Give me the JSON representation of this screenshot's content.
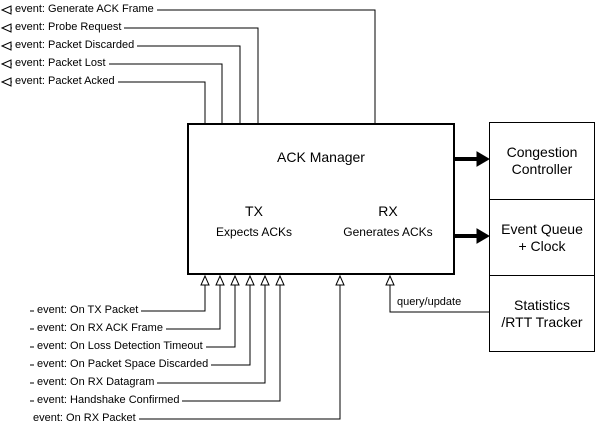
{
  "diagram": {
    "title": "ACK Manager",
    "tx_label": "TX",
    "tx_sub": "Expects ACKs",
    "rx_label": "RX",
    "rx_sub": "Generates ACKs",
    "events_out": [
      {
        "label": "event: Generate ACK Frame"
      },
      {
        "label": "event: Probe Request"
      },
      {
        "label": "event: Packet Discarded"
      },
      {
        "label": "event: Packet Lost"
      },
      {
        "label": "event: Packet Acked"
      }
    ],
    "events_in": [
      {
        "label": "event: On TX Packet"
      },
      {
        "label": "event: On RX ACK Frame"
      },
      {
        "label": "event: On Loss Detection Timeout"
      },
      {
        "label": "event: On Packet Space Discarded"
      },
      {
        "label": "event: On RX Datagram"
      },
      {
        "label": "event: Handshake Confirmed"
      },
      {
        "label": "event: On RX Packet"
      }
    ],
    "right_boxes": [
      {
        "line1": "Congestion",
        "line2": "Controller"
      },
      {
        "line1": "Event Queue",
        "line2": "+ Clock"
      },
      {
        "line1": "Statistics",
        "line2": "/RTT Tracker"
      }
    ],
    "query_label": "query/update",
    "colors": {
      "line": "#000000",
      "background": "#ffffff",
      "box_border": "#000000"
    }
  }
}
